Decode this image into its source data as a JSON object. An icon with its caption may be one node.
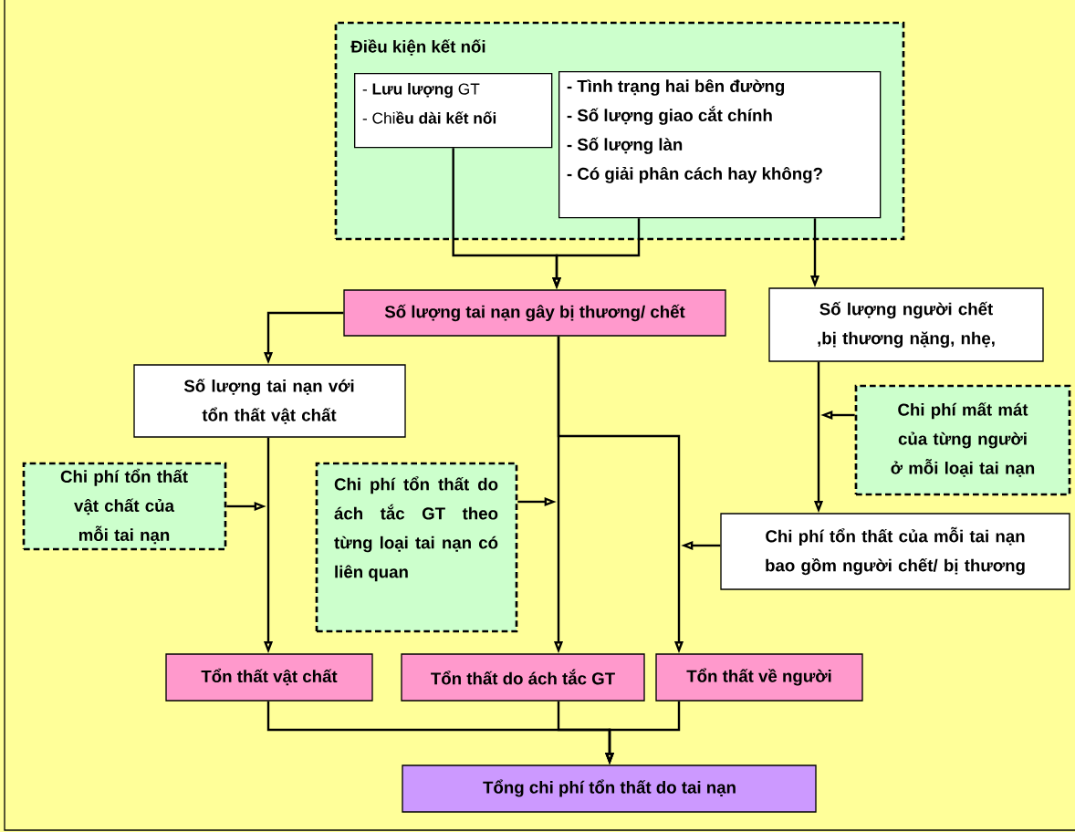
{
  "diagram": {
    "nodes": [
      {
        "text": [
          "Điều kiện kết nối"
        ]
      },
      {
        "text": [
          "- **Lưu lượng** GT",
          "- Chi**ều dài kết nối**"
        ],
        "in": 0
      },
      {
        "text": [
          "- Tình trạng hai bên đường",
          "- Số lượng giao cắt chính",
          "- Số lượng làn",
          "- Có giải phân cách hay không?"
        ],
        "in": 0
      },
      {
        "text": [
          "Số lượng tai nạn gây bị thương/ chết"
        ]
      },
      {
        "text": [
          "Số lượng người chết ,bị thương nặng, nhẹ,"
        ]
      },
      {
        "text": [
          "Số lượng tai nạn với tổn thất vật chất"
        ]
      },
      {
        "text": [
          "Chi phí mất mát của từng người ở mỗi loại tai nạn"
        ]
      },
      {
        "text": [
          "Chi phí tổn thất vật chất của mỗi tai nạn"
        ]
      },
      {
        "text": [
          "Chi phí tổn thất do ách tắc GT theo từng loại tai nạn có liên quan"
        ]
      },
      {
        "text": [
          "Chi phí tổn thất của mỗi tai nạn bao gồm người chết/ bị thương"
        ]
      },
      {
        "text": [
          "Tổn thất vật chất"
        ]
      },
      {
        "text": [
          "Tổn thất do ách tắc GT"
        ]
      },
      {
        "text": [
          "Tổn thất về người"
        ]
      },
      {
        "text": [
          "Tổng chi phí tổn thất do tai nạn"
        ]
      }
    ],
    "edges": [
      {
        "from": 1,
        "to": 3,
        "arrow": "to"
      },
      {
        "from": 2,
        "to": 3,
        "arrow": "to"
      },
      {
        "from": 2,
        "to": 4,
        "arrow": "to"
      },
      {
        "from": 3,
        "to": 5,
        "arrow": "to"
      },
      {
        "from": 3,
        "to": 11,
        "arrow": "to"
      },
      {
        "from": 3,
        "to": 12,
        "arrow": "to"
      },
      {
        "from": 4,
        "to": 9,
        "arrow": "to"
      },
      {
        "from": 5,
        "to": 10,
        "arrow": "to"
      },
      {
        "from": 6,
        "to": null,
        "arrow": "to"
      },
      {
        "from": 7,
        "to": null,
        "arrow": "to"
      },
      {
        "from": 8,
        "to": null,
        "arrow": "to"
      },
      {
        "from": 9,
        "to": null,
        "arrow": "to"
      },
      {
        "from": 10,
        "to": 13,
        "arrow": "to"
      },
      {
        "from": 11,
        "to": 13,
        "arrow": "to"
      },
      {
        "from": 12,
        "to": 13,
        "arrow": "to"
      }
    ]
  }
}
